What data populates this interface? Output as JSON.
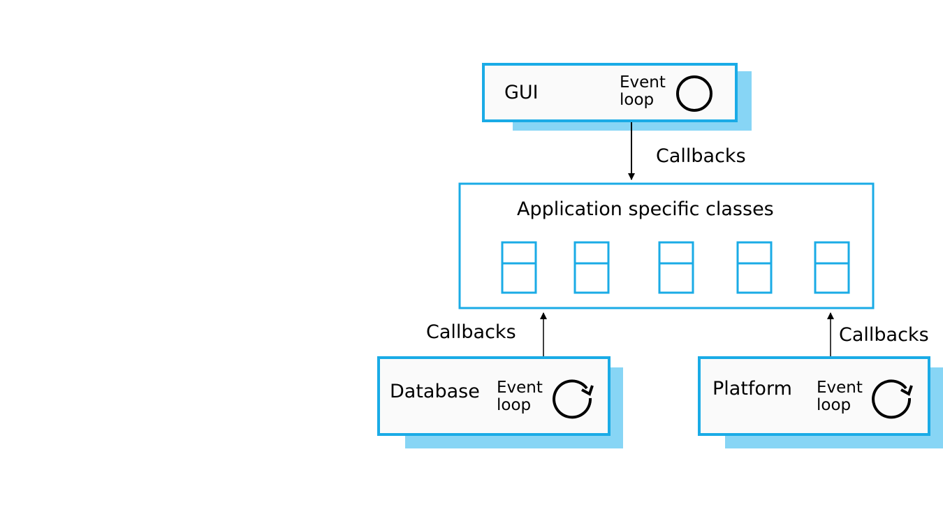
{
  "colors": {
    "border": "#1aabe6",
    "shadow": "#87d5f5",
    "box_fill": "#fafafa",
    "line": "#000000"
  },
  "nodes": {
    "gui": {
      "label": "GUI",
      "loop_line1": "Event",
      "loop_line2": "loop",
      "loop_icon": "circle-icon"
    },
    "application": {
      "label": "Application specific classes",
      "class_count": 5,
      "class_icon": "class-box-icon"
    },
    "database": {
      "label": "Database",
      "loop_line1": "Event",
      "loop_line2": "loop",
      "loop_icon": "cycle-arrow-icon"
    },
    "platform": {
      "label": "Platform",
      "loop_line1": "Event",
      "loop_line2": "loop",
      "loop_icon": "cycle-arrow-icon"
    }
  },
  "edges": {
    "gui_to_app": {
      "label": "Callbacks"
    },
    "db_to_app": {
      "label": "Callbacks"
    },
    "platform_to_app": {
      "label": "Callbacks"
    }
  }
}
